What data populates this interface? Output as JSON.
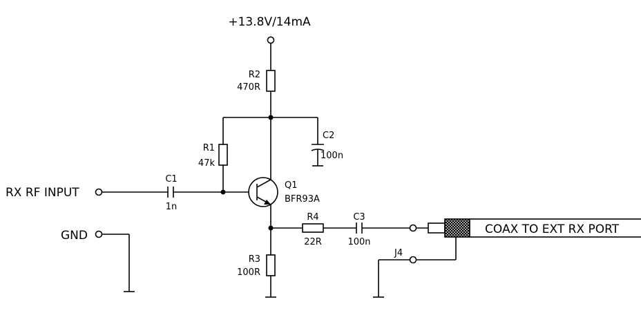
{
  "supply": {
    "label": "+13.8V/14mA"
  },
  "terminals": {
    "rx_rf_input": "RX RF INPUT",
    "gnd": "GND",
    "j4": "J4",
    "coax": "COAX TO EXT RX PORT"
  },
  "components": {
    "r1": {
      "ref": "R1",
      "value": "47k"
    },
    "r2": {
      "ref": "R2",
      "value": "470R"
    },
    "r3": {
      "ref": "R3",
      "value": "100R"
    },
    "r4": {
      "ref": "R4",
      "value": "22R"
    },
    "c1": {
      "ref": "C1",
      "value": "1n"
    },
    "c2": {
      "ref": "C2",
      "value": "100n"
    },
    "c3": {
      "ref": "C3",
      "value": "100n"
    },
    "q1": {
      "ref": "Q1",
      "value": "BFR93A"
    }
  }
}
